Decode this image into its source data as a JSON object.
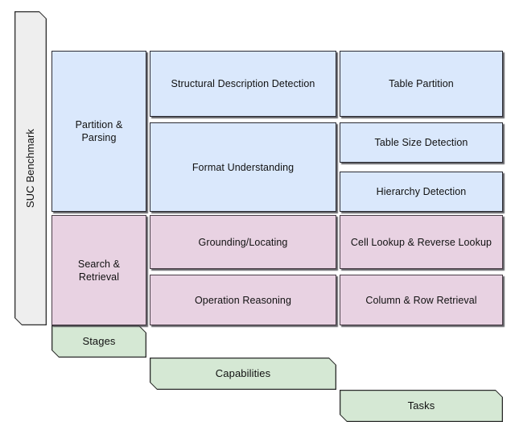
{
  "diagram": {
    "type": "hierarchy-table",
    "root": {
      "label": "SUC Benchmark",
      "color": "#eeeeee",
      "orientation": "vertical"
    },
    "header_color": "#d5e8d4",
    "columns": [
      {
        "id": "stages",
        "label": "Stages"
      },
      {
        "id": "capabilities",
        "label": "Capabilities"
      },
      {
        "id": "tasks",
        "label": "Tasks"
      }
    ],
    "groups": [
      {
        "id": "partition-parsing",
        "color": "#dae8fc",
        "stage": "Partition & Parsing",
        "capabilities": [
          "Structural Description Detection",
          "Format Understanding"
        ],
        "tasks": [
          "Table Partition",
          "Table Size Detection",
          "Hierarchy Detection"
        ]
      },
      {
        "id": "search-retrieval",
        "color": "#e8d2e2",
        "stage": "Search & Retrieval",
        "capabilities": [
          "Grounding/Locating",
          "Operation Reasoning"
        ],
        "tasks": [
          "Cell Lookup & Reverse Lookup",
          "Column & Row Retrieval"
        ]
      }
    ]
  }
}
